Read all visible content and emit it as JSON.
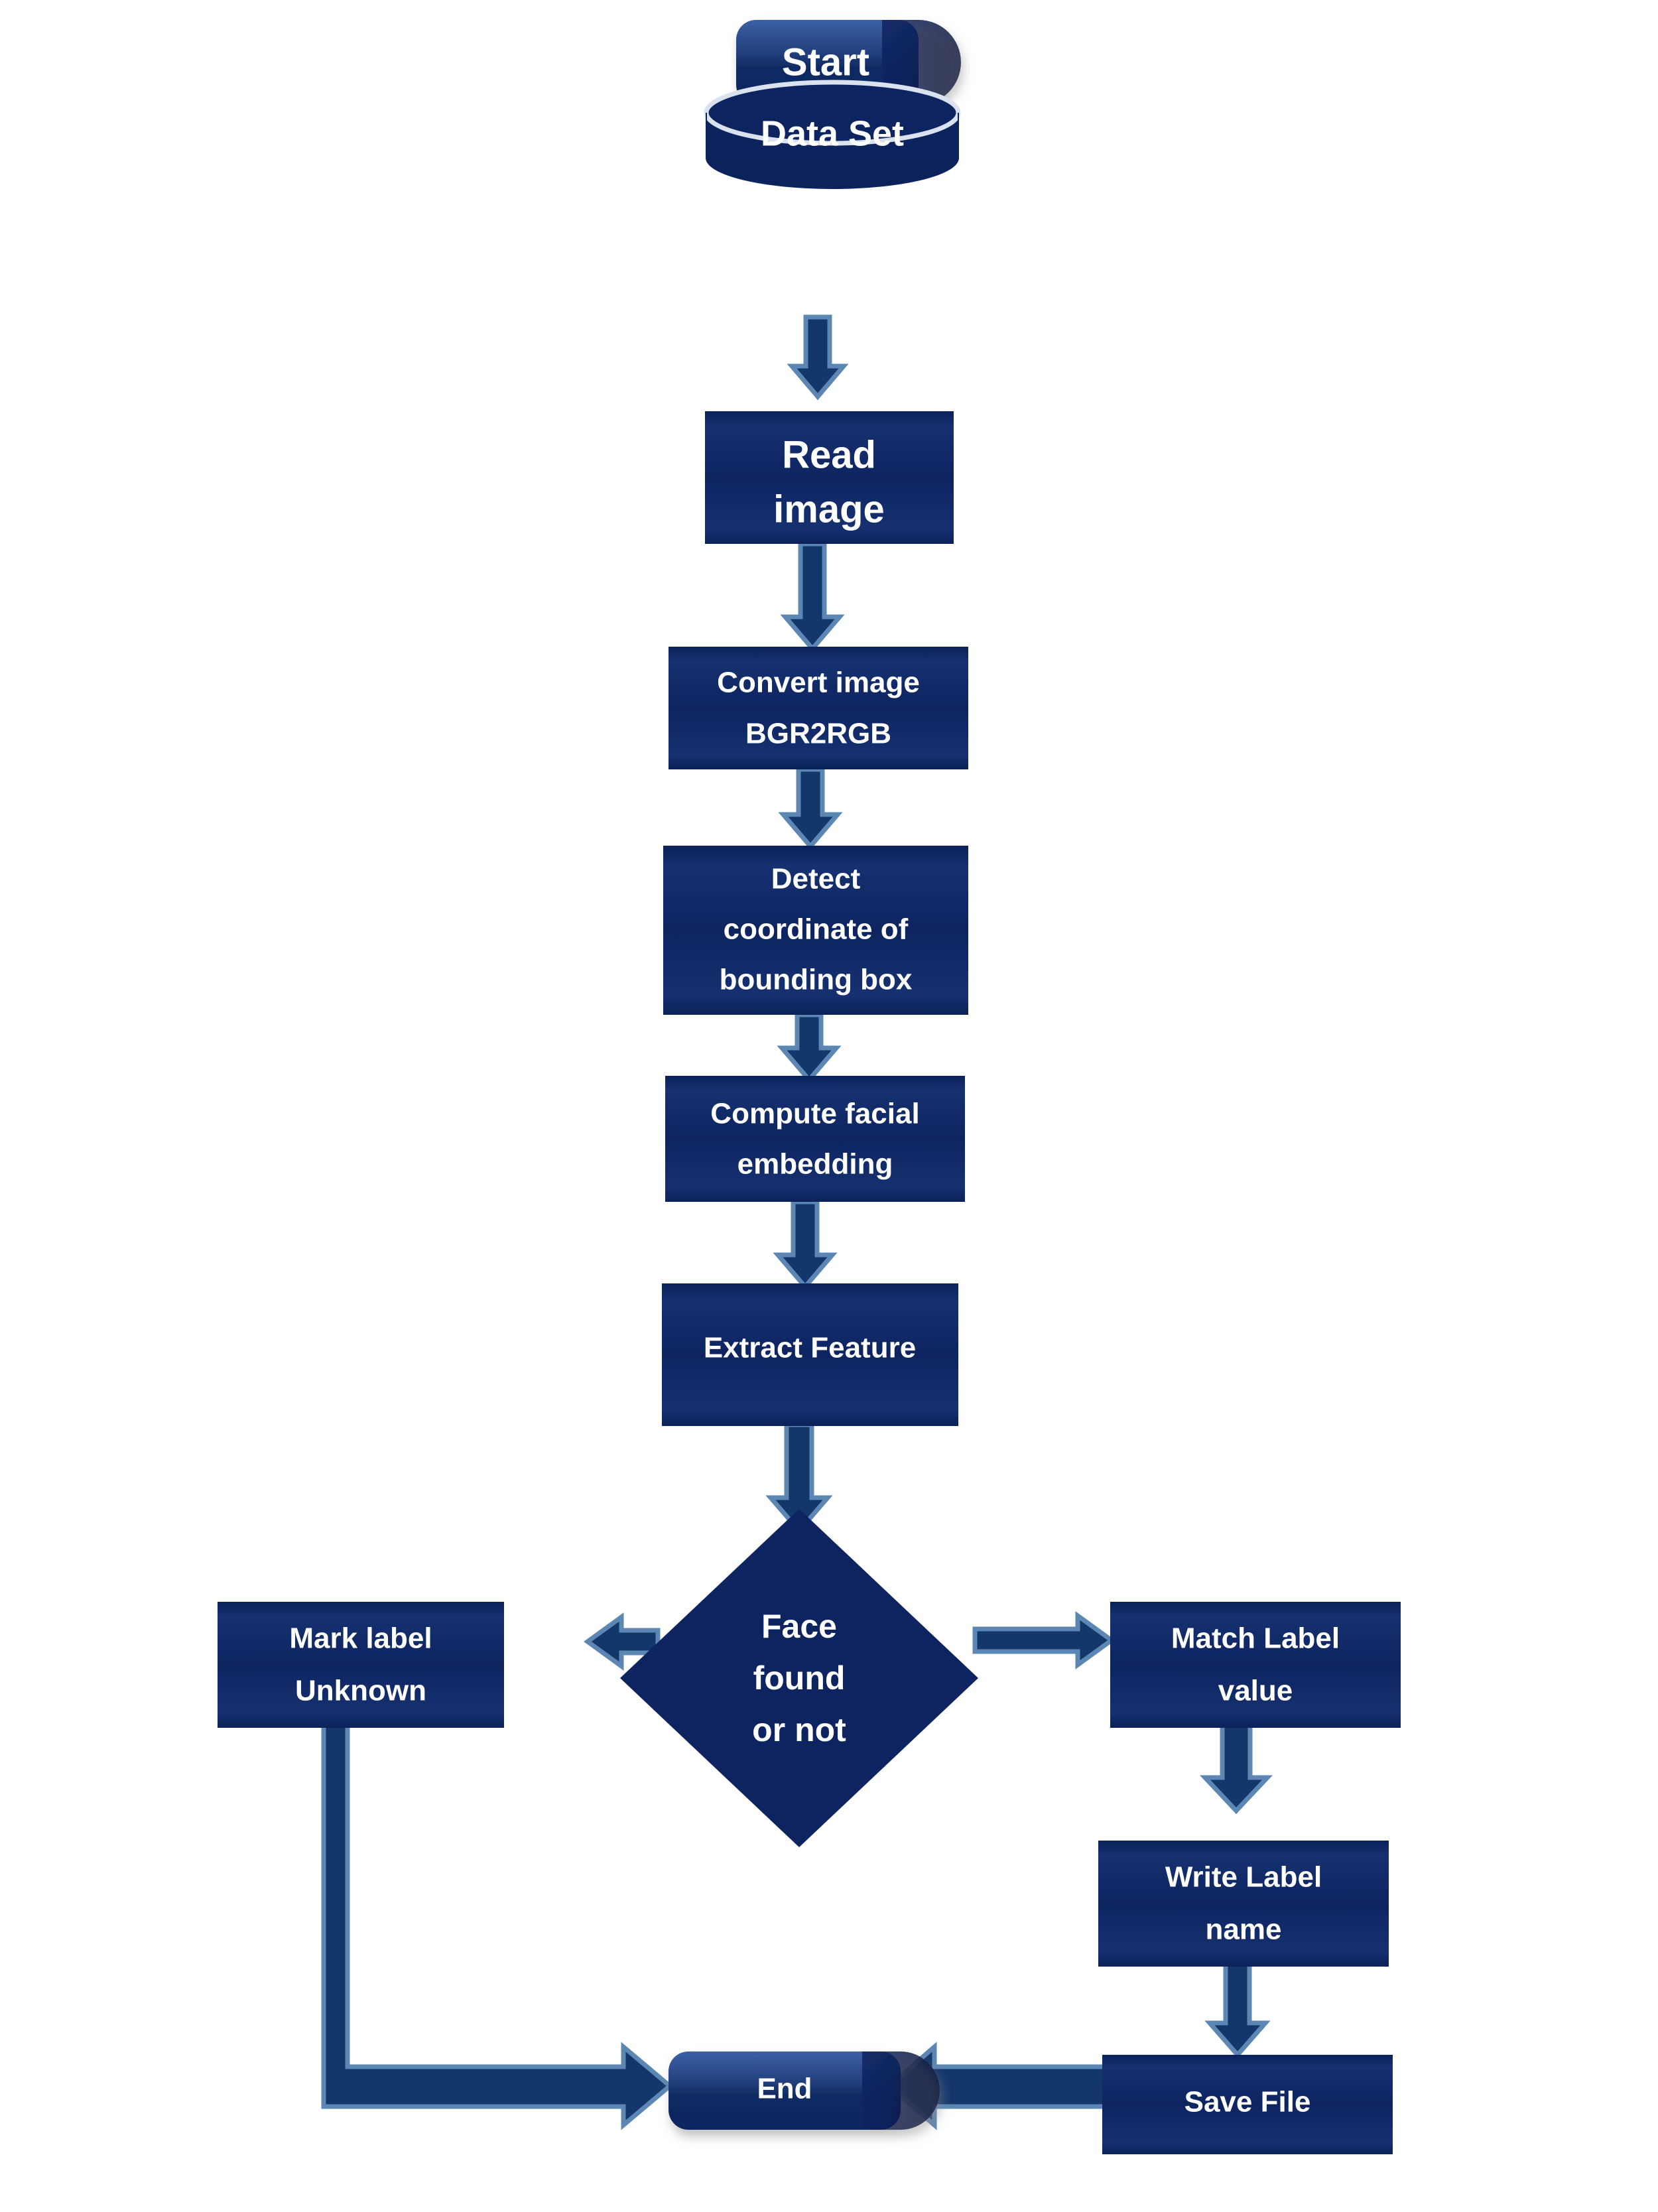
{
  "diagram": {
    "title": "Face Recognition Process Flowchart",
    "type": "flowchart",
    "colors": {
      "node_fill": "#0d2460",
      "node_fill_dark": "#06173f",
      "node_fill_light": "#27488f",
      "terminator_gradient_top": "#31569c",
      "terminator_gradient_bottom": "#0d2460",
      "connector_core": "#13366b",
      "connector_edge": "#5b87b2",
      "text": "#ffffff",
      "background": "#ffffff"
    },
    "nodes": {
      "start": {
        "label": "Start",
        "shape": "terminator"
      },
      "dataset": {
        "label": "Data Set",
        "shape": "cylinder"
      },
      "read_image": {
        "label_line1": "Read",
        "label_line2": "image",
        "shape": "process"
      },
      "convert_image": {
        "label_line1": "Convert image",
        "label_line2": "BGR2RGB",
        "shape": "process"
      },
      "detect_coordinate": {
        "label_line1": "Detect",
        "label_line2": "coordinate of",
        "label_line3": "bounding  box",
        "shape": "process"
      },
      "compute_embedding": {
        "label_line1": "Compute facial",
        "label_line2": "embedding",
        "shape": "process"
      },
      "extract_feature": {
        "label": "Extract Feature",
        "shape": "process"
      },
      "decision": {
        "label_line1": "Face",
        "label_line2": "found",
        "label_line3": "or not",
        "shape": "decision"
      },
      "mark_unknown": {
        "label_line1": "Mark label",
        "label_line2": "Unknown",
        "shape": "process"
      },
      "match_label": {
        "label_line1": "Match Label",
        "label_line2": "value",
        "shape": "process"
      },
      "write_label": {
        "label_line1": "Write Label",
        "label_line2": "name",
        "shape": "process"
      },
      "save_file": {
        "label": "Save File",
        "shape": "process"
      },
      "end": {
        "label": "End",
        "shape": "terminator"
      }
    },
    "edges": [
      {
        "from": "start",
        "to": "dataset",
        "direction": "down"
      },
      {
        "from": "dataset",
        "to": "read_image",
        "direction": "down"
      },
      {
        "from": "read_image",
        "to": "convert_image",
        "direction": "down"
      },
      {
        "from": "convert_image",
        "to": "detect_coordinate",
        "direction": "down"
      },
      {
        "from": "detect_coordinate",
        "to": "compute_embedding",
        "direction": "down"
      },
      {
        "from": "compute_embedding",
        "to": "extract_feature",
        "direction": "down"
      },
      {
        "from": "extract_feature",
        "to": "decision",
        "direction": "down"
      },
      {
        "from": "decision",
        "to": "mark_unknown",
        "direction": "left"
      },
      {
        "from": "decision",
        "to": "match_label",
        "direction": "right"
      },
      {
        "from": "match_label",
        "to": "write_label",
        "direction": "down"
      },
      {
        "from": "write_label",
        "to": "save_file",
        "direction": "down"
      },
      {
        "from": "save_file",
        "to": "end",
        "direction": "left"
      },
      {
        "from": "mark_unknown",
        "to": "end",
        "direction": "down-right"
      }
    ]
  }
}
